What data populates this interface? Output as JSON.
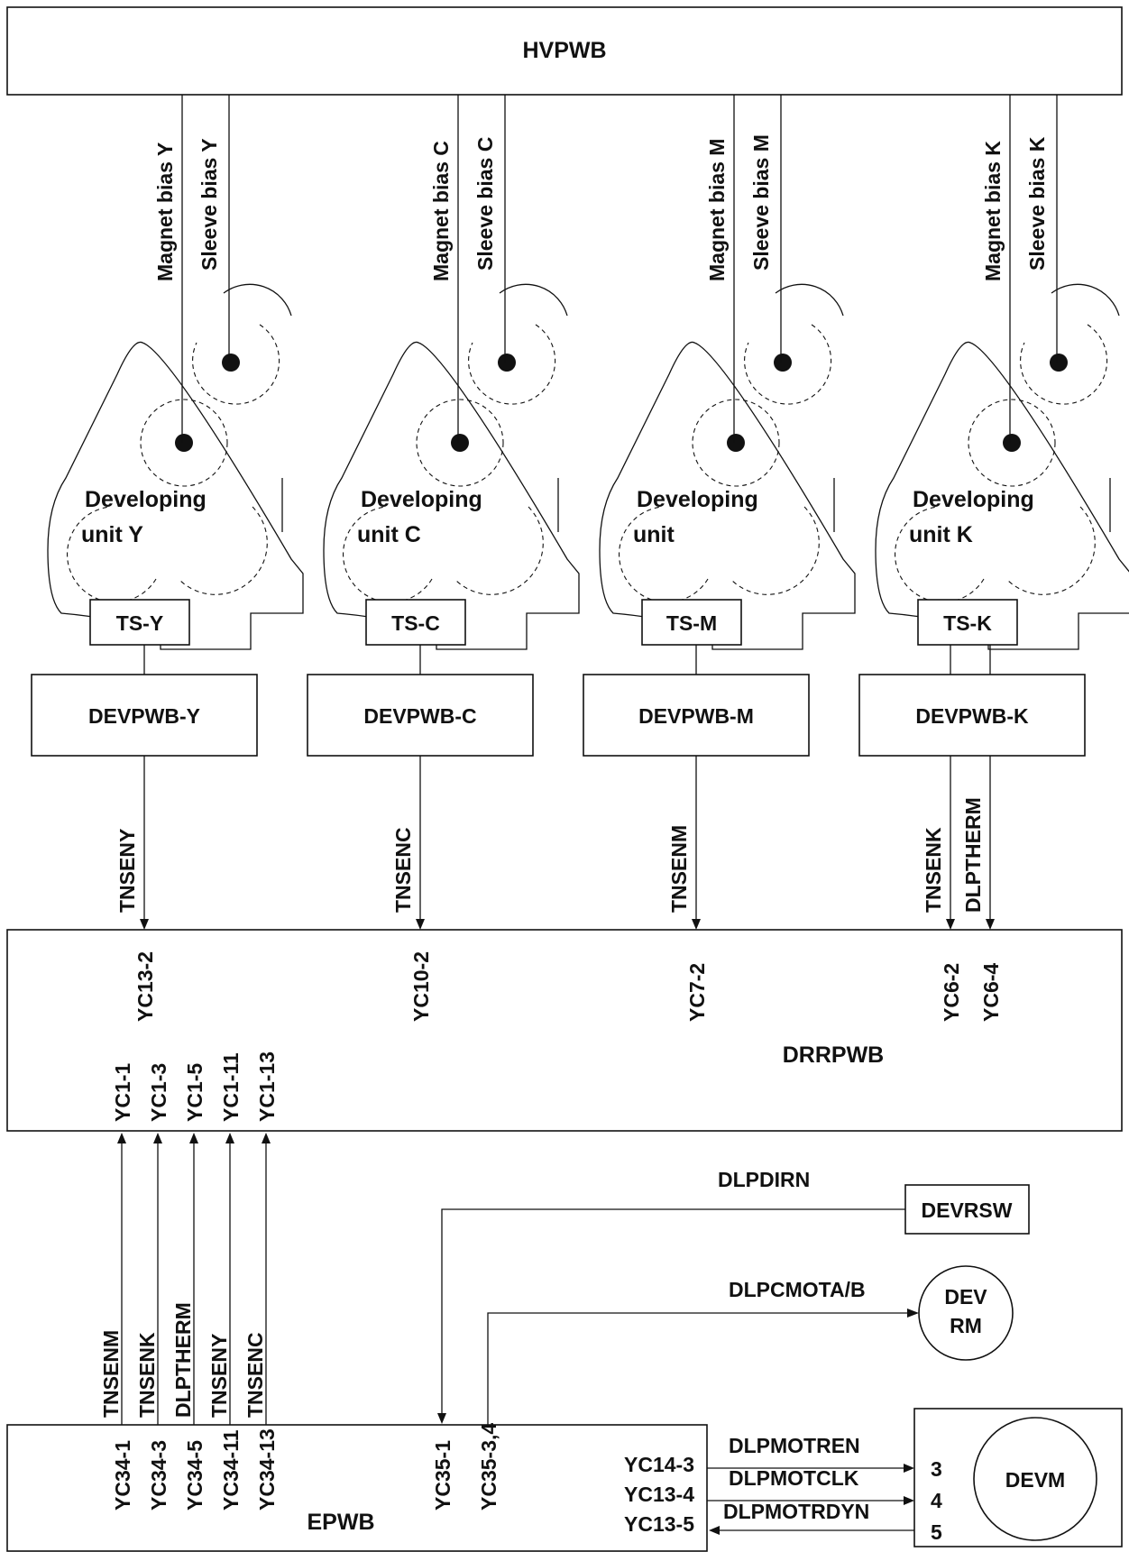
{
  "hvpwb": "HVPWB",
  "columns": [
    {
      "magnet_bias": "Magnet bias Y",
      "sleeve_bias": "Sleeve bias Y",
      "unit_line1": "Developing",
      "unit_line2": "unit Y",
      "sensor": "TS-Y",
      "devpwb": "DEVPWB-Y",
      "signals": [
        "TNSENY"
      ],
      "connectors": [
        "YC13-2"
      ]
    },
    {
      "magnet_bias": "Magnet bias C",
      "sleeve_bias": "Sleeve bias C",
      "unit_line1": "Developing",
      "unit_line2": "unit C",
      "sensor": "TS-C",
      "devpwb": "DEVPWB-C",
      "signals": [
        "TNSENC"
      ],
      "connectors": [
        "YC10-2"
      ]
    },
    {
      "magnet_bias": "Magnet bias M",
      "sleeve_bias": "Sleeve bias M",
      "unit_line1": "Developing",
      "unit_line2": "unit",
      "sensor": "TS-M",
      "devpwb": "DEVPWB-M",
      "signals": [
        "TNSENM"
      ],
      "connectors": [
        "YC7-2"
      ]
    },
    {
      "magnet_bias": "Magnet bias K",
      "sleeve_bias": "Sleeve bias K",
      "unit_line1": "Developing",
      "unit_line2": "unit K",
      "sensor": "TS-K",
      "devpwb": "DEVPWB-K",
      "signals": [
        "TNSENK",
        "DLPTHERM"
      ],
      "connectors": [
        "YC6-2",
        "YC6-4"
      ]
    }
  ],
  "drrpwb": {
    "label": "DRRPWB",
    "lower_connectors": [
      "YC1-1",
      "YC1-3",
      "YC1-5",
      "YC1-11",
      "YC1-13"
    ]
  },
  "bus_signals": [
    "TNSENM",
    "TNSENK",
    "DLPTHERM",
    "TNSENY",
    "TNSENC"
  ],
  "epwb": {
    "label": "EPWB",
    "top_connectors": [
      "YC34-1",
      "YC34-3",
      "YC34-5",
      "YC34-11",
      "YC34-13",
      "YC35-1",
      "YC35-3,4"
    ],
    "right_connectors": [
      "YC14-3",
      "YC13-4",
      "YC13-5"
    ]
  },
  "devrsw": {
    "label": "DEVRSW",
    "signal": "DLPDIRN"
  },
  "devrm": {
    "line1": "DEV",
    "line2": "RM",
    "signal": "DLPCMOTA/B"
  },
  "devm": {
    "label": "DEVM",
    "signals": [
      "DLPMOTREN",
      "DLPMOTCLK",
      "DLPMOTRDYN"
    ],
    "pins": [
      "3",
      "4",
      "5"
    ]
  }
}
